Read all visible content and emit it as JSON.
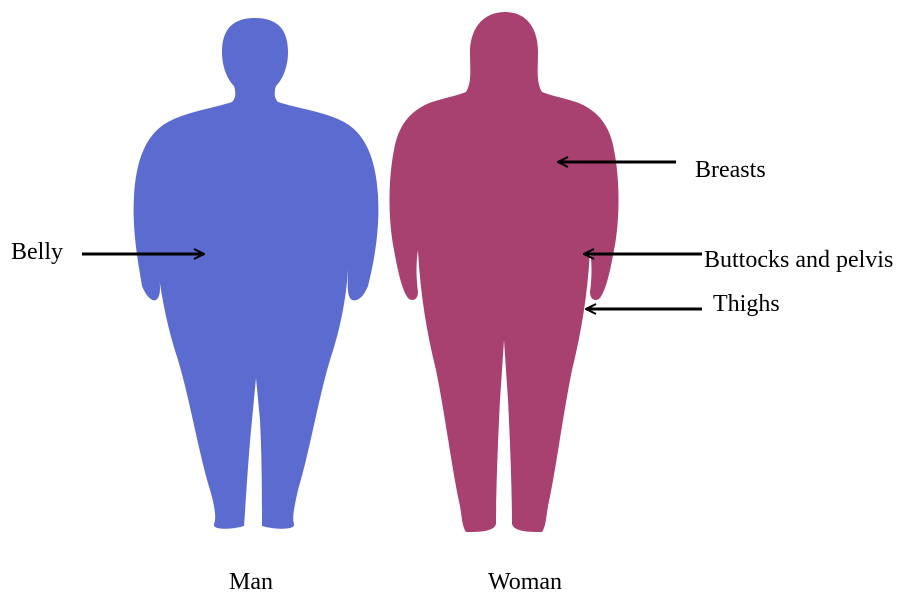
{
  "figures": {
    "man": {
      "caption": "Man",
      "color": "#5b6bcf",
      "annotations": [
        {
          "label": "Belly"
        }
      ]
    },
    "woman": {
      "caption": "Woman",
      "color": "#a8416f",
      "annotations": [
        {
          "label": "Breasts"
        },
        {
          "label": "Buttocks and pelvis"
        },
        {
          "label": "Thighs"
        }
      ]
    }
  },
  "arrow_color": "#000000"
}
